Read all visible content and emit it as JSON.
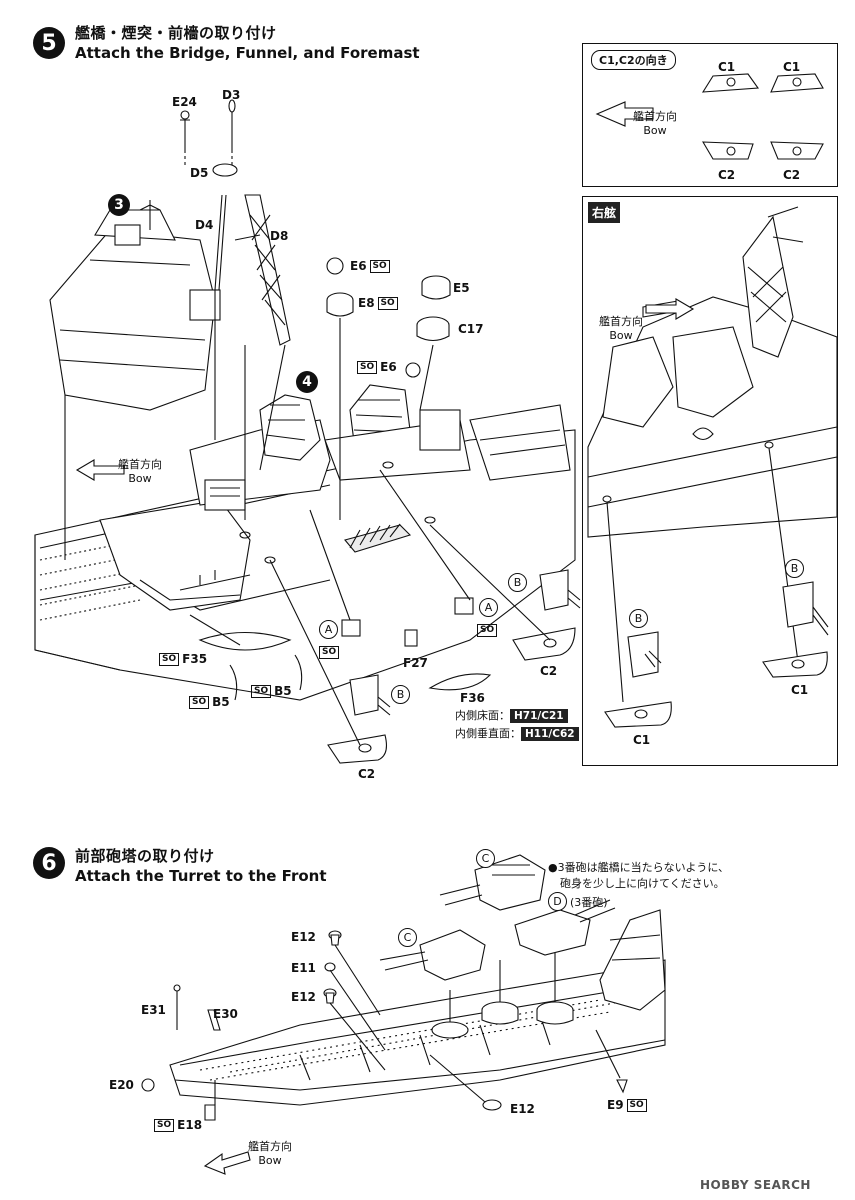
{
  "step5": {
    "number": "5",
    "title_jp": "艦橋・煙突・前檣の取り付け",
    "title_en": "Attach the Bridge, Funnel, and Foremast",
    "subassembly_3": "3",
    "subassembly_4": "4",
    "labels": {
      "e24": "E24",
      "d3": "D3",
      "d5": "D5",
      "d4": "D4",
      "d8": "D8",
      "e6_top": "E6",
      "e8": "E8",
      "e5": "E5",
      "c17": "C17",
      "e6_mid": "E6",
      "f35": "F35",
      "b5_left": "B5",
      "b5_right": "B5",
      "f27": "F27",
      "f36": "F36",
      "c2_left": "C2",
      "c2_right": "C2",
      "c1": "C1"
    },
    "bow_jp": "艦首方向",
    "bow_en": "Bow",
    "so": "SO",
    "marker_a": "A",
    "marker_b": "B",
    "paint_floor_label": "内側床面：",
    "paint_floor_code": "H71/C21",
    "paint_wall_label": "内側垂直面：",
    "paint_wall_code": "H11/C62",
    "orientation_box": {
      "title": "C1,C2の向き",
      "labels": [
        "C1",
        "C1",
        "C2",
        "C2"
      ],
      "bow_jp": "艦首方向",
      "bow_en": "Bow"
    },
    "starboard_box": {
      "title": "右舷",
      "bow_jp": "艦首方向",
      "bow_en": "Bow",
      "labels": {
        "c1_left": "C1",
        "c1_right": "C1"
      },
      "marker_b": "B"
    }
  },
  "step6": {
    "number": "6",
    "title_jp": "前部砲塔の取り付け",
    "title_en": "Attach the Turret to the Front",
    "note_line1": "●3番砲は艦橋に当たらないように、",
    "note_line2": "砲身を少し上に向けてください。",
    "turret_d_marker": "D",
    "turret_d_note": "(3番砲)",
    "marker_c": "C",
    "labels": {
      "e12_top": "E12",
      "e11": "E11",
      "e12_mid": "E12",
      "e31": "E31",
      "e30": "E30",
      "e20": "E20",
      "e18": "E18",
      "e12_bottom": "E12",
      "e9": "E9"
    },
    "so": "SO",
    "bow_jp": "艦首方向",
    "bow_en": "Bow"
  },
  "watermark": "HOBBY SEARCH",
  "colors": {
    "ink": "#111111",
    "badge": "#222222",
    "paper": "#ffffff",
    "hatch": "#ececec"
  }
}
